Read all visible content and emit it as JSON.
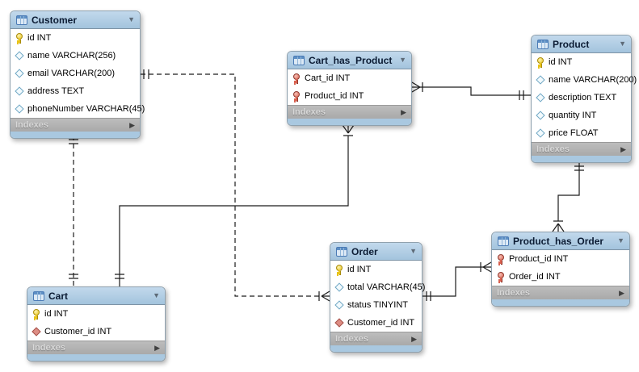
{
  "diagram_type": "EER database diagram",
  "colors": {
    "canvas_bg": "#ffffff",
    "table_header": "#a8c6de",
    "table_footer_strip": "#a9c8e0",
    "indexes_bar": "#b3b3b3",
    "primary_key_icon": "#e8c318",
    "foreign_primary_key_icon": "#d9614f",
    "column_diamond": "#6fa7c4",
    "fk_diamond_fill": "#dd8d84",
    "relationship_line": "#1c1c1c"
  },
  "icons": {
    "table": "grid-sheet glyph in header",
    "collapse": "down triangle",
    "indexes_expand": "right triangle",
    "primary_key": "yellow key",
    "primary_foreign_key": "red key",
    "column": "blue outline diamond",
    "foreign_key_column": "red filled diamond"
  },
  "tables": [
    {
      "title": "Customer",
      "columns": [
        {
          "icon": "primary-key",
          "label": "id INT"
        },
        {
          "icon": "column",
          "label": "name VARCHAR(256)"
        },
        {
          "icon": "column",
          "label": "email VARCHAR(200)"
        },
        {
          "icon": "column",
          "label": "address TEXT"
        },
        {
          "icon": "column",
          "label": "phoneNumber VARCHAR(45)"
        }
      ],
      "footer": "Indexes"
    },
    {
      "title": "Cart_has_Product",
      "columns": [
        {
          "icon": "primary-foreign-key",
          "label": "Cart_id INT"
        },
        {
          "icon": "primary-foreign-key",
          "label": "Product_id INT"
        }
      ],
      "footer": "Indexes"
    },
    {
      "title": "Product",
      "columns": [
        {
          "icon": "primary-key",
          "label": "id INT"
        },
        {
          "icon": "column",
          "label": "name VARCHAR(200)"
        },
        {
          "icon": "column",
          "label": "description TEXT"
        },
        {
          "icon": "column",
          "label": "quantity INT"
        },
        {
          "icon": "column",
          "label": "price FLOAT"
        }
      ],
      "footer": "Indexes"
    },
    {
      "title": "Order",
      "columns": [
        {
          "icon": "primary-key",
          "label": "id INT"
        },
        {
          "icon": "column",
          "label": "total VARCHAR(45)"
        },
        {
          "icon": "column",
          "label": "status TINYINT"
        },
        {
          "icon": "foreign-key",
          "label": "Customer_id INT"
        }
      ],
      "footer": "Indexes"
    },
    {
      "title": "Product_has_Order",
      "columns": [
        {
          "icon": "primary-foreign-key",
          "label": "Product_id INT"
        },
        {
          "icon": "primary-foreign-key",
          "label": "Order_id INT"
        }
      ],
      "footer": "Indexes"
    },
    {
      "title": "Cart",
      "columns": [
        {
          "icon": "primary-key",
          "label": "id INT"
        },
        {
          "icon": "foreign-key",
          "label": "Customer_id INT"
        }
      ],
      "footer": "Indexes"
    }
  ],
  "relationships": [
    {
      "from": "Customer",
      "to": "Cart",
      "cardinality": "one-to-one",
      "line": "dashed"
    },
    {
      "from": "Customer",
      "to": "Order",
      "cardinality": "one-to-many",
      "line": "dashed"
    },
    {
      "from": "Cart",
      "to": "Cart_has_Product",
      "cardinality": "one-to-many",
      "line": "solid"
    },
    {
      "from": "Product",
      "to": "Cart_has_Product",
      "cardinality": "one-to-many",
      "line": "solid"
    },
    {
      "from": "Order",
      "to": "Product_has_Order",
      "cardinality": "one-to-many",
      "line": "solid"
    },
    {
      "from": "Product",
      "to": "Product_has_Order",
      "cardinality": "one-to-many",
      "line": "solid"
    }
  ],
  "ui": {
    "collapse_glyph": "▼",
    "expand_glyph": "▶"
  }
}
